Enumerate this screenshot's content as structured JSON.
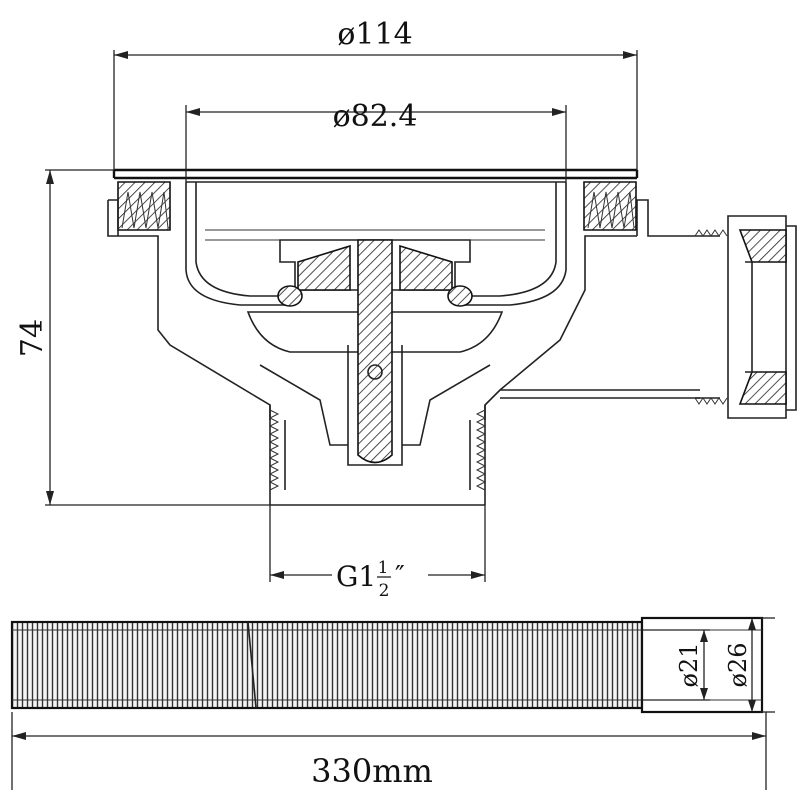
{
  "drawing": {
    "dims": {
      "outer_diameter": "ø114",
      "inner_diameter": "ø82.4",
      "height": "74",
      "thread_prefix": "G1",
      "thread_num": "1",
      "thread_den": "2",
      "thread_suffix": "″",
      "hose_inner": "ø21",
      "hose_outer": "ø26",
      "hose_length": "330mm"
    }
  }
}
